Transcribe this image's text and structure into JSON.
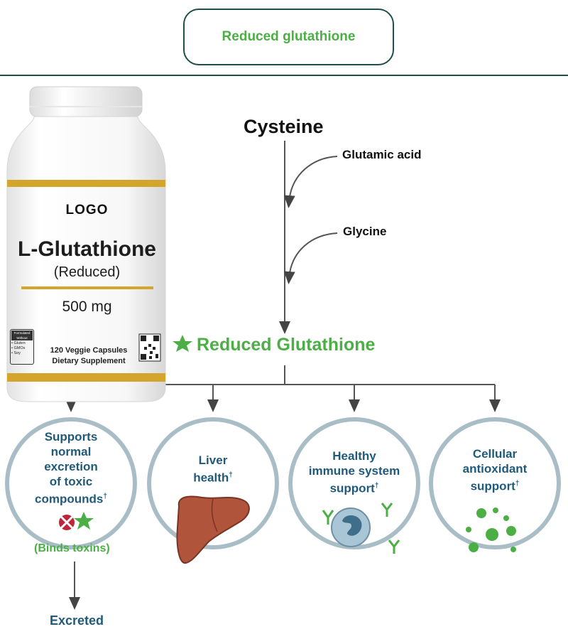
{
  "header": {
    "title": "Reduced glutathione"
  },
  "bottle": {
    "logo": "LOGO",
    "product_name": "L-Glutathione",
    "form": "(Reduced)",
    "dose": "500 mg",
    "capsules": "120 Veggie Capsules",
    "supplement": "Dietary Supplement",
    "free_header": "Formulated Without",
    "free_items": [
      "• Gluten",
      "• GMOs",
      "• Soy"
    ]
  },
  "synthesis": {
    "start": "Cysteine",
    "step1": "Glutamic acid",
    "step2": "Glycine",
    "product": "Reduced Glutathione"
  },
  "benefits": [
    {
      "label_lines": [
        "Supports",
        "normal",
        "excretion",
        "of toxic",
        "compounds"
      ],
      "mark": "†"
    },
    {
      "label_lines": [
        "Liver",
        "health"
      ],
      "mark": "†"
    },
    {
      "label_lines": [
        "Healthy",
        "immune system",
        "support"
      ],
      "mark": "†"
    },
    {
      "label_lines": [
        "Cellular",
        "antioxidant",
        "support"
      ],
      "mark": "†"
    }
  ],
  "binds_note": "(Binds toxins)",
  "outcome": "Excreted",
  "colors": {
    "accent_green": "#4caf45",
    "navy": "#1f4f4c",
    "blue_text": "#1f5a7a",
    "circle": "#a9bdc6",
    "gold": "#d4a52c"
  }
}
